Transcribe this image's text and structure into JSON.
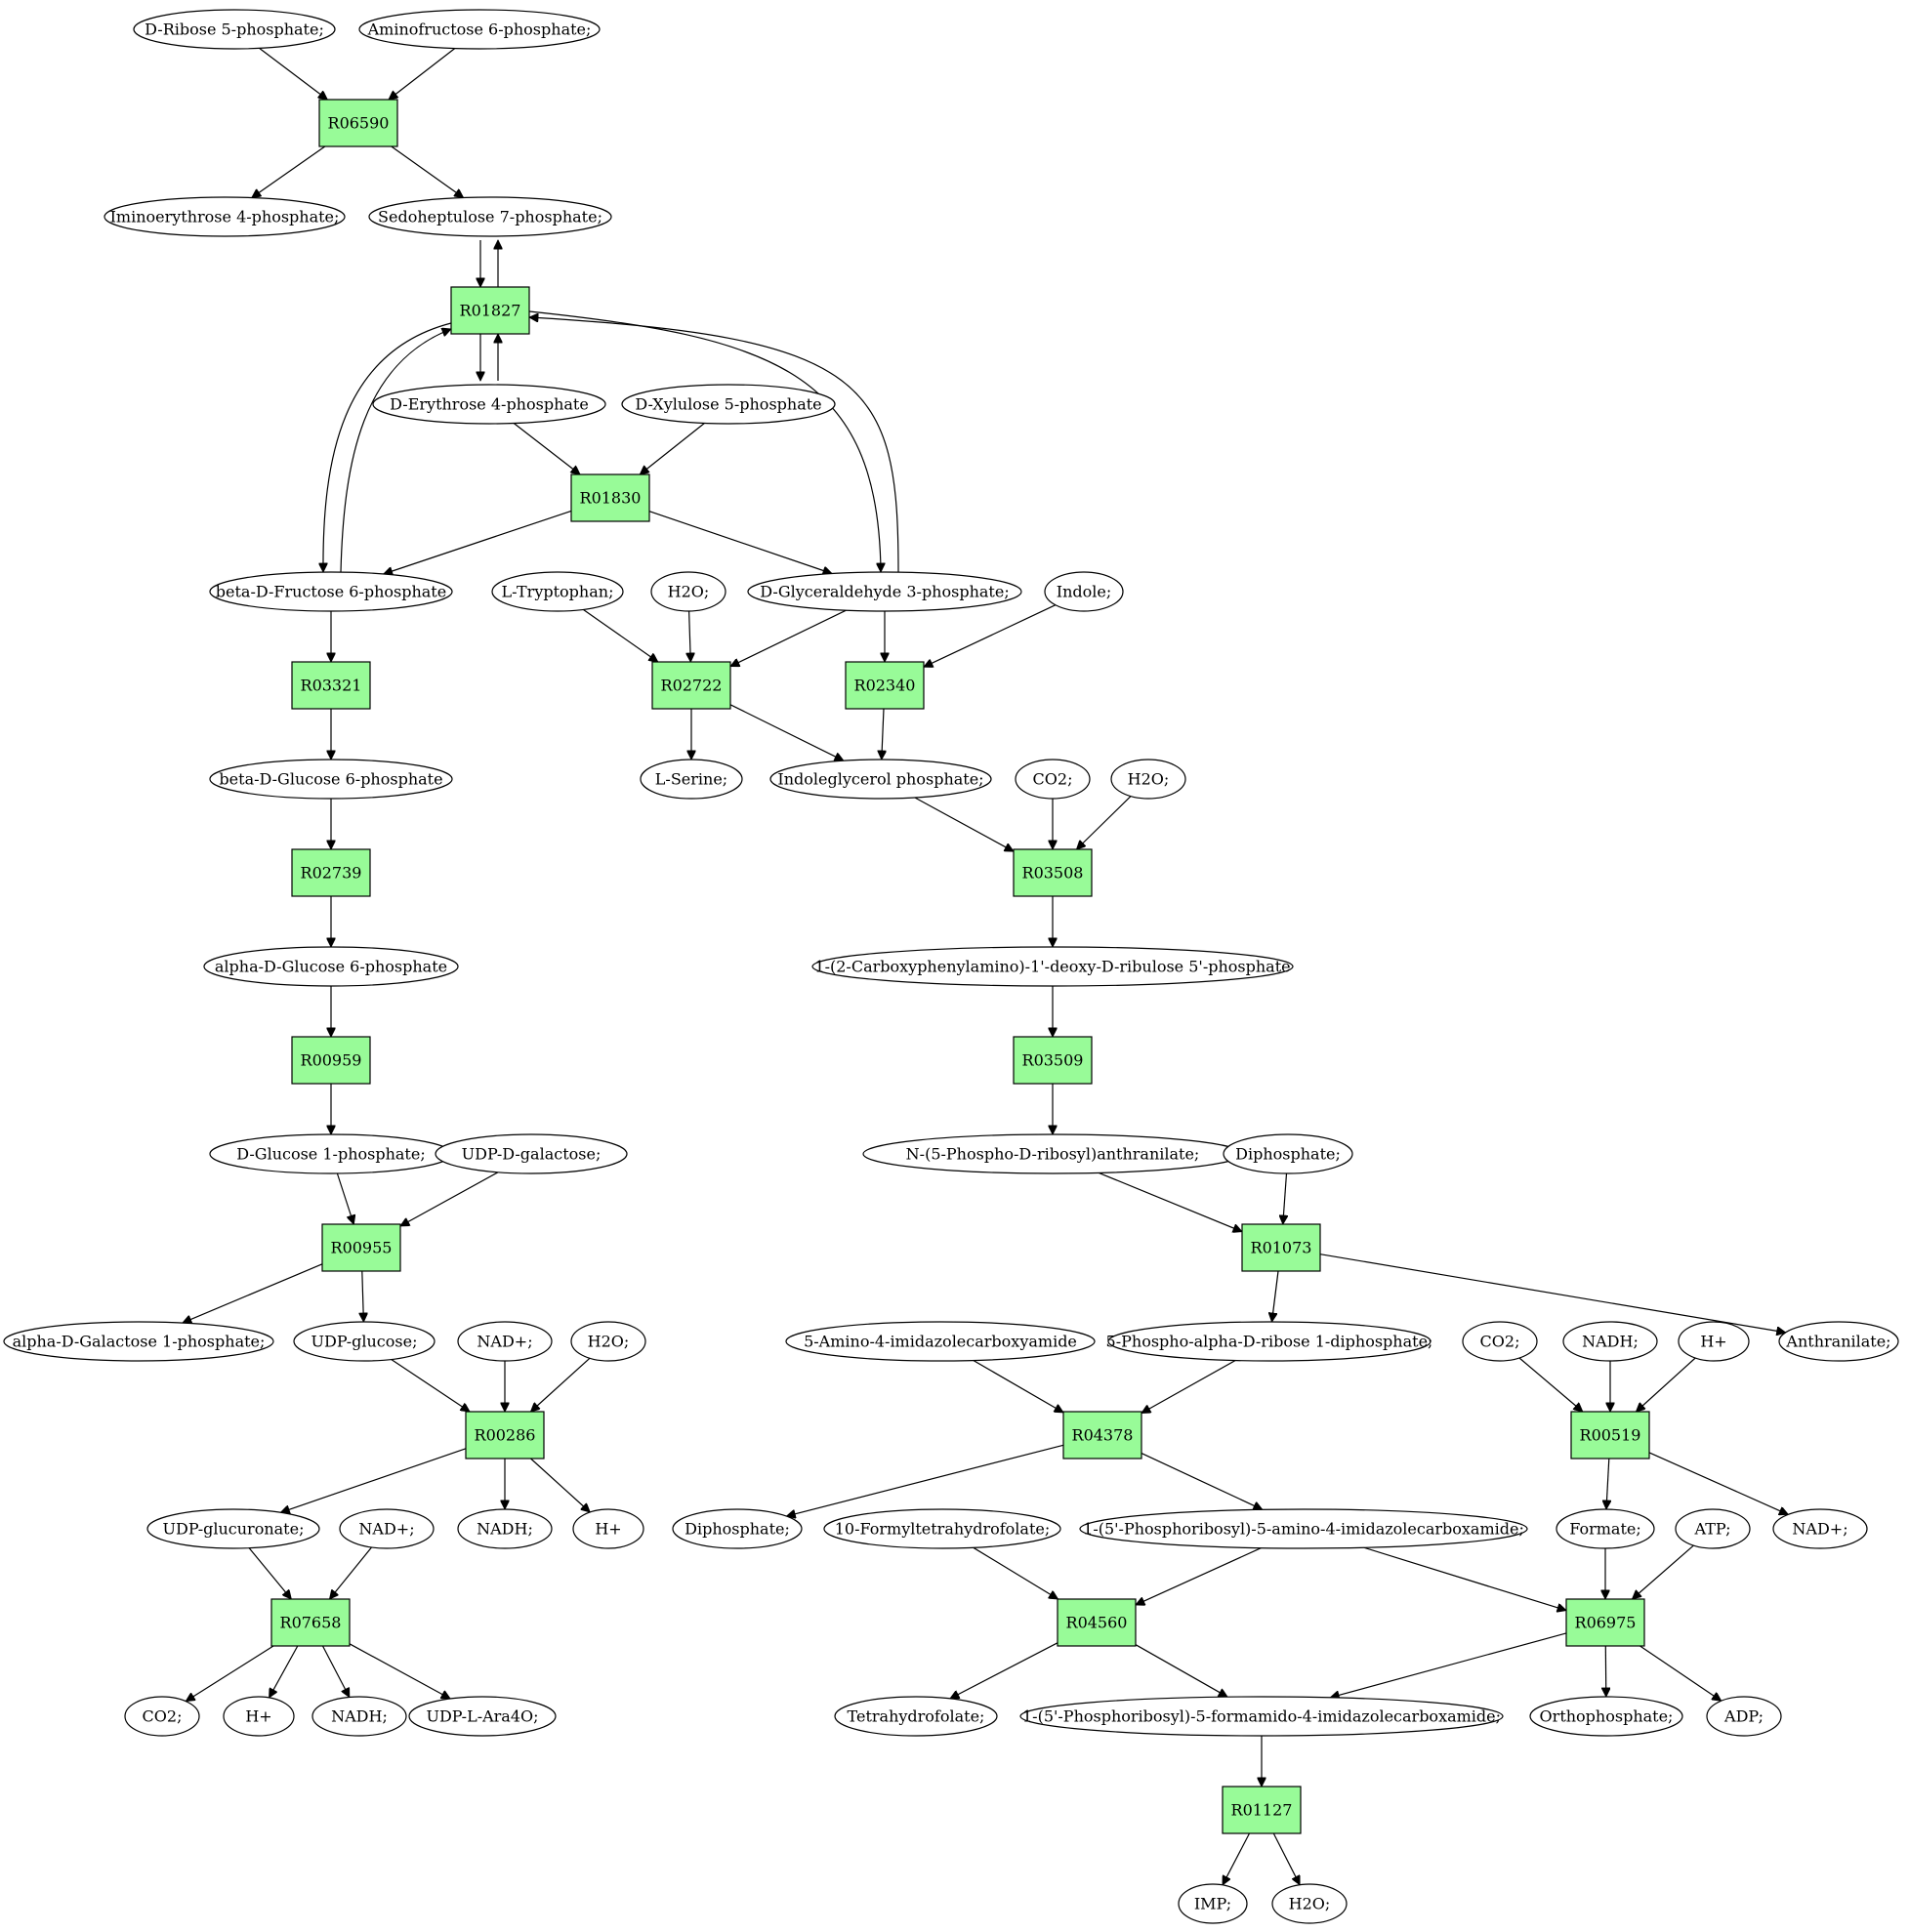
{
  "colors": {
    "reaction_fill": "#98fb98",
    "compound_fill": "#ffffff",
    "start_fill": "#00ee00",
    "end_fill": "#ffff00",
    "stroke": "#000000"
  },
  "nodes": [
    {
      "id": "c_r5p",
      "kind": "compound",
      "label": "D-Ribose 5-phosphate;",
      "role": "start"
    },
    {
      "id": "c_af6p",
      "kind": "compound",
      "label": "Aminofructose 6-phosphate;"
    },
    {
      "id": "R06590",
      "kind": "reaction",
      "label": "R06590"
    },
    {
      "id": "c_ie4p",
      "kind": "compound",
      "label": "Iminoerythrose 4-phosphate;"
    },
    {
      "id": "c_s7p",
      "kind": "compound",
      "label": "Sedoheptulose 7-phosphate;"
    },
    {
      "id": "R01827",
      "kind": "reaction",
      "label": "R01827"
    },
    {
      "id": "c_e4p",
      "kind": "compound",
      "label": "D-Erythrose 4-phosphate"
    },
    {
      "id": "c_x5p",
      "kind": "compound",
      "label": "D-Xylulose 5-phosphate"
    },
    {
      "id": "R01830",
      "kind": "reaction",
      "label": "R01830"
    },
    {
      "id": "c_f6p",
      "kind": "compound",
      "label": "beta-D-Fructose 6-phosphate"
    },
    {
      "id": "c_trp",
      "kind": "compound",
      "label": "L-Tryptophan;"
    },
    {
      "id": "c_h2o_a",
      "kind": "compound",
      "label": "H2O;"
    },
    {
      "id": "c_g3p",
      "kind": "compound",
      "label": "D-Glyceraldehyde 3-phosphate;"
    },
    {
      "id": "c_indole",
      "kind": "compound",
      "label": "Indole;"
    },
    {
      "id": "R03321",
      "kind": "reaction",
      "label": "R03321"
    },
    {
      "id": "R02722",
      "kind": "reaction",
      "label": "R02722"
    },
    {
      "id": "R02340",
      "kind": "reaction",
      "label": "R02340"
    },
    {
      "id": "c_bg6p",
      "kind": "compound",
      "label": "beta-D-Glucose 6-phosphate"
    },
    {
      "id": "c_ser",
      "kind": "compound",
      "label": "L-Serine;"
    },
    {
      "id": "c_igp",
      "kind": "compound",
      "label": "Indoleglycerol phosphate;"
    },
    {
      "id": "c_co2_a",
      "kind": "compound",
      "label": "CO2;"
    },
    {
      "id": "c_h2o_b",
      "kind": "compound",
      "label": "H2O;"
    },
    {
      "id": "R02739",
      "kind": "reaction",
      "label": "R02739"
    },
    {
      "id": "R03508",
      "kind": "reaction",
      "label": "R03508"
    },
    {
      "id": "c_ag6p",
      "kind": "compound",
      "label": "alpha-D-Glucose 6-phosphate"
    },
    {
      "id": "c_cdrp",
      "kind": "compound",
      "label": "1-(2-Carboxyphenylamino)-1'-deoxy-D-ribulose 5'-phosphate"
    },
    {
      "id": "R00959",
      "kind": "reaction",
      "label": "R00959"
    },
    {
      "id": "R03509",
      "kind": "reaction",
      "label": "R03509"
    },
    {
      "id": "c_g1p",
      "kind": "compound",
      "label": "D-Glucose 1-phosphate;"
    },
    {
      "id": "c_udpgal",
      "kind": "compound",
      "label": "UDP-D-galactose;"
    },
    {
      "id": "c_pra",
      "kind": "compound",
      "label": "N-(5-Phospho-D-ribosyl)anthranilate;"
    },
    {
      "id": "c_ppi_a",
      "kind": "compound",
      "label": "Diphosphate;"
    },
    {
      "id": "R00955",
      "kind": "reaction",
      "label": "R00955"
    },
    {
      "id": "R01073",
      "kind": "reaction",
      "label": "R01073"
    },
    {
      "id": "c_gal1p",
      "kind": "compound",
      "label": "alpha-D-Galactose 1-phosphate;"
    },
    {
      "id": "c_udpglc",
      "kind": "compound",
      "label": "UDP-glucose;"
    },
    {
      "id": "c_nad_a",
      "kind": "compound",
      "label": "NAD+;"
    },
    {
      "id": "c_h2o_c",
      "kind": "compound",
      "label": "H2O;"
    },
    {
      "id": "c_aica",
      "kind": "compound",
      "label": "5-Amino-4-imidazolecarboxyamide"
    },
    {
      "id": "c_prpp",
      "kind": "compound",
      "label": "5-Phospho-alpha-D-ribose 1-diphosphate;"
    },
    {
      "id": "c_co2_b",
      "kind": "compound",
      "label": "CO2;"
    },
    {
      "id": "c_nadh_a",
      "kind": "compound",
      "label": "NADH;"
    },
    {
      "id": "c_h_a",
      "kind": "compound",
      "label": "H+"
    },
    {
      "id": "c_anth",
      "kind": "compound",
      "label": "Anthranilate;"
    },
    {
      "id": "R00286",
      "kind": "reaction",
      "label": "R00286"
    },
    {
      "id": "R04378",
      "kind": "reaction",
      "label": "R04378"
    },
    {
      "id": "R00519",
      "kind": "reaction",
      "label": "R00519"
    },
    {
      "id": "c_udpglcu",
      "kind": "compound",
      "label": "UDP-glucuronate;"
    },
    {
      "id": "c_nad_b",
      "kind": "compound",
      "label": "NAD+;"
    },
    {
      "id": "c_nadh_b",
      "kind": "compound",
      "label": "NADH;"
    },
    {
      "id": "c_h_b",
      "kind": "compound",
      "label": "H+"
    },
    {
      "id": "c_ppi_b",
      "kind": "compound",
      "label": "Diphosphate;"
    },
    {
      "id": "c_10fthf",
      "kind": "compound",
      "label": "10-Formyltetrahydrofolate;"
    },
    {
      "id": "c_aicar",
      "kind": "compound",
      "label": "1-(5'-Phosphoribosyl)-5-amino-4-imidazolecarboxamide;"
    },
    {
      "id": "c_formate",
      "kind": "compound",
      "label": "Formate;"
    },
    {
      "id": "c_atp",
      "kind": "compound",
      "label": "ATP;"
    },
    {
      "id": "c_nad_c",
      "kind": "compound",
      "label": "NAD+;"
    },
    {
      "id": "R07658",
      "kind": "reaction",
      "label": "R07658"
    },
    {
      "id": "R04560",
      "kind": "reaction",
      "label": "R04560"
    },
    {
      "id": "R06975",
      "kind": "reaction",
      "label": "R06975"
    },
    {
      "id": "c_co2_c",
      "kind": "compound",
      "label": "CO2;"
    },
    {
      "id": "c_h_c",
      "kind": "compound",
      "label": "H+"
    },
    {
      "id": "c_nadh_c",
      "kind": "compound",
      "label": "NADH;"
    },
    {
      "id": "c_udpara",
      "kind": "compound",
      "label": "UDP-L-Ara4O;"
    },
    {
      "id": "c_thf",
      "kind": "compound",
      "label": "Tetrahydrofolate;"
    },
    {
      "id": "c_faicar",
      "kind": "compound",
      "label": "1-(5'-Phosphoribosyl)-5-formamido-4-imidazolecarboxamide;"
    },
    {
      "id": "c_pi",
      "kind": "compound",
      "label": "Orthophosphate;"
    },
    {
      "id": "c_adp",
      "kind": "compound",
      "label": "ADP;"
    },
    {
      "id": "R01127",
      "kind": "reaction",
      "label": "R01127"
    },
    {
      "id": "c_imp",
      "kind": "compound",
      "label": "IMP;",
      "role": "end"
    },
    {
      "id": "c_h2o_d",
      "kind": "compound",
      "label": "H2O;"
    }
  ],
  "edges": [
    {
      "from": "c_r5p",
      "to": "R06590"
    },
    {
      "from": "c_af6p",
      "to": "R06590"
    },
    {
      "from": "R06590",
      "to": "c_ie4p"
    },
    {
      "from": "R06590",
      "to": "c_s7p"
    },
    {
      "from": "c_s7p",
      "to": "R01827"
    },
    {
      "from": "R01827",
      "to": "c_s7p"
    },
    {
      "from": "R01827",
      "to": "c_e4p"
    },
    {
      "from": "c_e4p",
      "to": "R01827"
    },
    {
      "from": "R01827",
      "to": "c_f6p"
    },
    {
      "from": "c_f6p",
      "to": "R01827"
    },
    {
      "from": "R01827",
      "to": "c_g3p"
    },
    {
      "from": "c_g3p",
      "to": "R01827"
    },
    {
      "from": "c_e4p",
      "to": "R01830"
    },
    {
      "from": "c_x5p",
      "to": "R01830"
    },
    {
      "from": "R01830",
      "to": "c_f6p"
    },
    {
      "from": "R01830",
      "to": "c_g3p"
    },
    {
      "from": "c_f6p",
      "to": "R03321"
    },
    {
      "from": "R03321",
      "to": "c_bg6p"
    },
    {
      "from": "c_bg6p",
      "to": "R02739"
    },
    {
      "from": "R02739",
      "to": "c_ag6p"
    },
    {
      "from": "c_ag6p",
      "to": "R00959"
    },
    {
      "from": "R00959",
      "to": "c_g1p"
    },
    {
      "from": "c_g1p",
      "to": "R00955"
    },
    {
      "from": "c_udpgal",
      "to": "R00955"
    },
    {
      "from": "R00955",
      "to": "c_gal1p"
    },
    {
      "from": "R00955",
      "to": "c_udpglc"
    },
    {
      "from": "c_udpglc",
      "to": "R00286"
    },
    {
      "from": "c_nad_a",
      "to": "R00286"
    },
    {
      "from": "c_h2o_c",
      "to": "R00286"
    },
    {
      "from": "R00286",
      "to": "c_udpglcu"
    },
    {
      "from": "R00286",
      "to": "c_nadh_b"
    },
    {
      "from": "R00286",
      "to": "c_h_b"
    },
    {
      "from": "c_udpglcu",
      "to": "R07658"
    },
    {
      "from": "c_nad_b",
      "to": "R07658"
    },
    {
      "from": "R07658",
      "to": "c_co2_c"
    },
    {
      "from": "R07658",
      "to": "c_h_c"
    },
    {
      "from": "R07658",
      "to": "c_nadh_c"
    },
    {
      "from": "R07658",
      "to": "c_udpara"
    },
    {
      "from": "c_trp",
      "to": "R02722"
    },
    {
      "from": "c_h2o_a",
      "to": "R02722"
    },
    {
      "from": "c_g3p",
      "to": "R02722"
    },
    {
      "from": "R02722",
      "to": "c_ser"
    },
    {
      "from": "R02722",
      "to": "c_igp"
    },
    {
      "from": "c_g3p",
      "to": "R02340"
    },
    {
      "from": "c_indole",
      "to": "R02340"
    },
    {
      "from": "R02340",
      "to": "c_igp"
    },
    {
      "from": "c_igp",
      "to": "R03508"
    },
    {
      "from": "c_co2_a",
      "to": "R03508"
    },
    {
      "from": "c_h2o_b",
      "to": "R03508"
    },
    {
      "from": "R03508",
      "to": "c_cdrp"
    },
    {
      "from": "c_cdrp",
      "to": "R03509"
    },
    {
      "from": "R03509",
      "to": "c_pra"
    },
    {
      "from": "c_pra",
      "to": "R01073"
    },
    {
      "from": "c_ppi_a",
      "to": "R01073"
    },
    {
      "from": "R01073",
      "to": "c_prpp"
    },
    {
      "from": "R01073",
      "to": "c_anth"
    },
    {
      "from": "c_aica",
      "to": "R04378"
    },
    {
      "from": "c_prpp",
      "to": "R04378"
    },
    {
      "from": "R04378",
      "to": "c_ppi_b"
    },
    {
      "from": "R04378",
      "to": "c_aicar"
    },
    {
      "from": "c_co2_b",
      "to": "R00519"
    },
    {
      "from": "c_nadh_a",
      "to": "R00519"
    },
    {
      "from": "c_h_a",
      "to": "R00519"
    },
    {
      "from": "R00519",
      "to": "c_formate"
    },
    {
      "from": "R00519",
      "to": "c_nad_c"
    },
    {
      "from": "c_10fthf",
      "to": "R04560"
    },
    {
      "from": "c_aicar",
      "to": "R04560"
    },
    {
      "from": "R04560",
      "to": "c_thf"
    },
    {
      "from": "R04560",
      "to": "c_faicar"
    },
    {
      "from": "c_aicar",
      "to": "R06975"
    },
    {
      "from": "c_formate",
      "to": "R06975"
    },
    {
      "from": "c_atp",
      "to": "R06975"
    },
    {
      "from": "R06975",
      "to": "c_faicar"
    },
    {
      "from": "R06975",
      "to": "c_pi"
    },
    {
      "from": "R06975",
      "to": "c_adp"
    },
    {
      "from": "c_faicar",
      "to": "R01127"
    },
    {
      "from": "R01127",
      "to": "c_imp"
    },
    {
      "from": "R01127",
      "to": "c_h2o_d"
    }
  ]
}
